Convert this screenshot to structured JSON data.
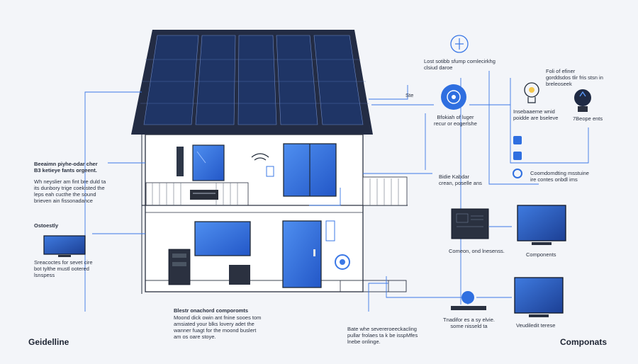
{
  "labels": {
    "top_center": "Lost sotibb sfump comlecirkhg\nclsiud daroe",
    "top_right": "Foli of efiner\ngorddsdos tlir fris stsn in\nbreleoseek",
    "hub_caption": "Bfokiah of luger\nrecur or eogerlshe",
    "bulb_caption": "Insebaaeme wnid\npoidde are bseleve",
    "device_caption": "7Beope ents",
    "right_mid": "Coomdomdting msstuine\nire contes onbdl ims",
    "wifi_caption": "Bidie Kabdar\ncrean, poselle ans",
    "left_heading": "Beeaimn piyhe-odar cher\nB3 ketieye fants orgeent.",
    "left_body": "Wh neyslier am fint bre duld ta\nits dunbory trige coekisted the\nleps eah cucthe the sound\nbrieven ain fissonadance",
    "left_small_head": "Ostoestly",
    "left_small_body": "Sreacoctes for sevet cire\nbot tylthe mustl ootered\nlsnspess",
    "center_top_label": "Ste",
    "component_1": "Comeon, ond lnesenss.",
    "component_2": "Components",
    "bottom_left_heading": "Blestr onachord comporomts",
    "bottom_left_body": "Moond dick owin ant fnine sooes tom\namsiated your blks lovery adet the\nwanner fuagt for the moond buslert\nam os oare stoye.",
    "bottom_center": "Bate whe severeroeeckacling\npullar frolaes ta k be isspMfes\nlnebe onlinge.",
    "bottom_right_caption": "Tnadifor es a sy elvie.\nsome nisseld ta",
    "bottom_right_monitor": "Veudiledit terese",
    "brand_left": "Geidelline",
    "brand_right": "Componats"
  },
  "colors": {
    "accent": "#2f6fe0",
    "panel": "#1b2b57",
    "roof": "#25304a",
    "line": "#3b78e6"
  }
}
